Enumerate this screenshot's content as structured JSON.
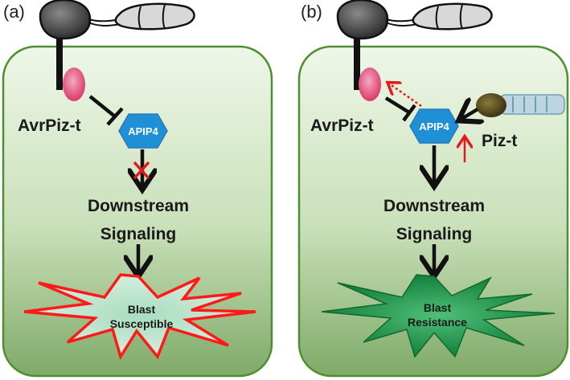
{
  "panels": [
    {
      "label": "(a)",
      "effector": "AvrPiz-t",
      "target": "APIP4",
      "pathway": [
        "Downstream",
        "Signaling"
      ],
      "outcome": [
        "Blast",
        "Susceptible"
      ]
    },
    {
      "label": "(b)",
      "effector": "AvrPiz-t",
      "target": "APIP4",
      "receptor": "Piz-t",
      "pathway": [
        "Downstream",
        "Signaling"
      ],
      "outcome": [
        "Blast",
        "Resistance"
      ]
    }
  ],
  "colors": {
    "cell_border": "#5a9a3a",
    "cell_fill_top": "#eaf5e3",
    "cell_fill_bottom": "#86b071",
    "effector": "#e0507a",
    "apip4": "#1f8fd6",
    "susceptible_outline": "#ff1a1a",
    "resistance_star": "#1f9a4a",
    "piz_t_head": "#5a4a1a",
    "piz_t_body": "#bcd5e0",
    "red_arrow": "#e31a1a"
  }
}
